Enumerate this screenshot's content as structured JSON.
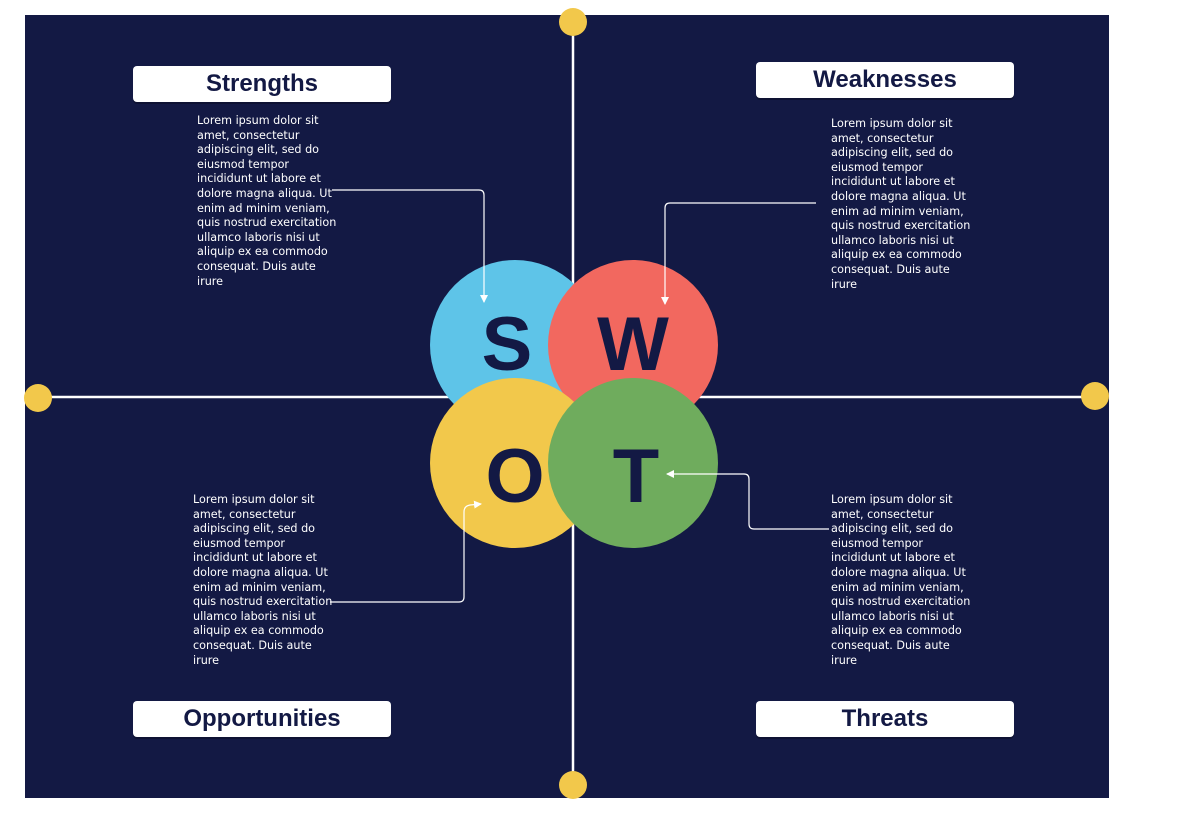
{
  "quadrants": {
    "strengths": {
      "title": "Strengths",
      "text": "Lorem ipsum dolor sit amet, consectetur adipiscing elit, sed do eiusmod tempor incididunt ut labore et dolore magna aliqua. Ut enim ad minim veniam, quis nostrud exercitation ullamco laboris nisi ut aliquip ex ea commodo consequat. Duis aute irure"
    },
    "weaknesses": {
      "title": "Weaknesses",
      "text": "Lorem ipsum dolor sit amet, consectetur adipiscing elit, sed do eiusmod tempor incididunt ut labore et dolore magna aliqua. Ut enim ad minim veniam, quis nostrud exercitation ullamco laboris nisi ut aliquip ex ea commodo consequat. Duis aute irure"
    },
    "opportunities": {
      "title": "Opportunities",
      "text": "Lorem ipsum dolor sit amet, consectetur adipiscing elit, sed do eiusmod tempor incididunt ut labore et dolore magna aliqua. Ut enim ad minim veniam, quis nostrud exercitation ullamco laboris nisi ut aliquip ex ea commodo consequat. Duis aute irure"
    },
    "threats": {
      "title": "Threats",
      "text": "Lorem ipsum dolor sit amet, consectetur adipiscing elit, sed do eiusmod tempor incididunt ut labore et dolore magna aliqua. Ut enim ad minim veniam, quis nostrud exercitation ullamco laboris nisi ut aliquip ex ea commodo consequat. Duis aute irure"
    }
  },
  "letters": {
    "s": "S",
    "w": "W",
    "o": "O",
    "t": "T"
  },
  "colors": {
    "background": "#131944",
    "strengths": "#5ec4e8",
    "weaknesses": "#f2685f",
    "opportunities": "#f2c84b",
    "threats": "#6fac5d",
    "axis_dot": "#f2c84b",
    "line": "#ffffff"
  }
}
